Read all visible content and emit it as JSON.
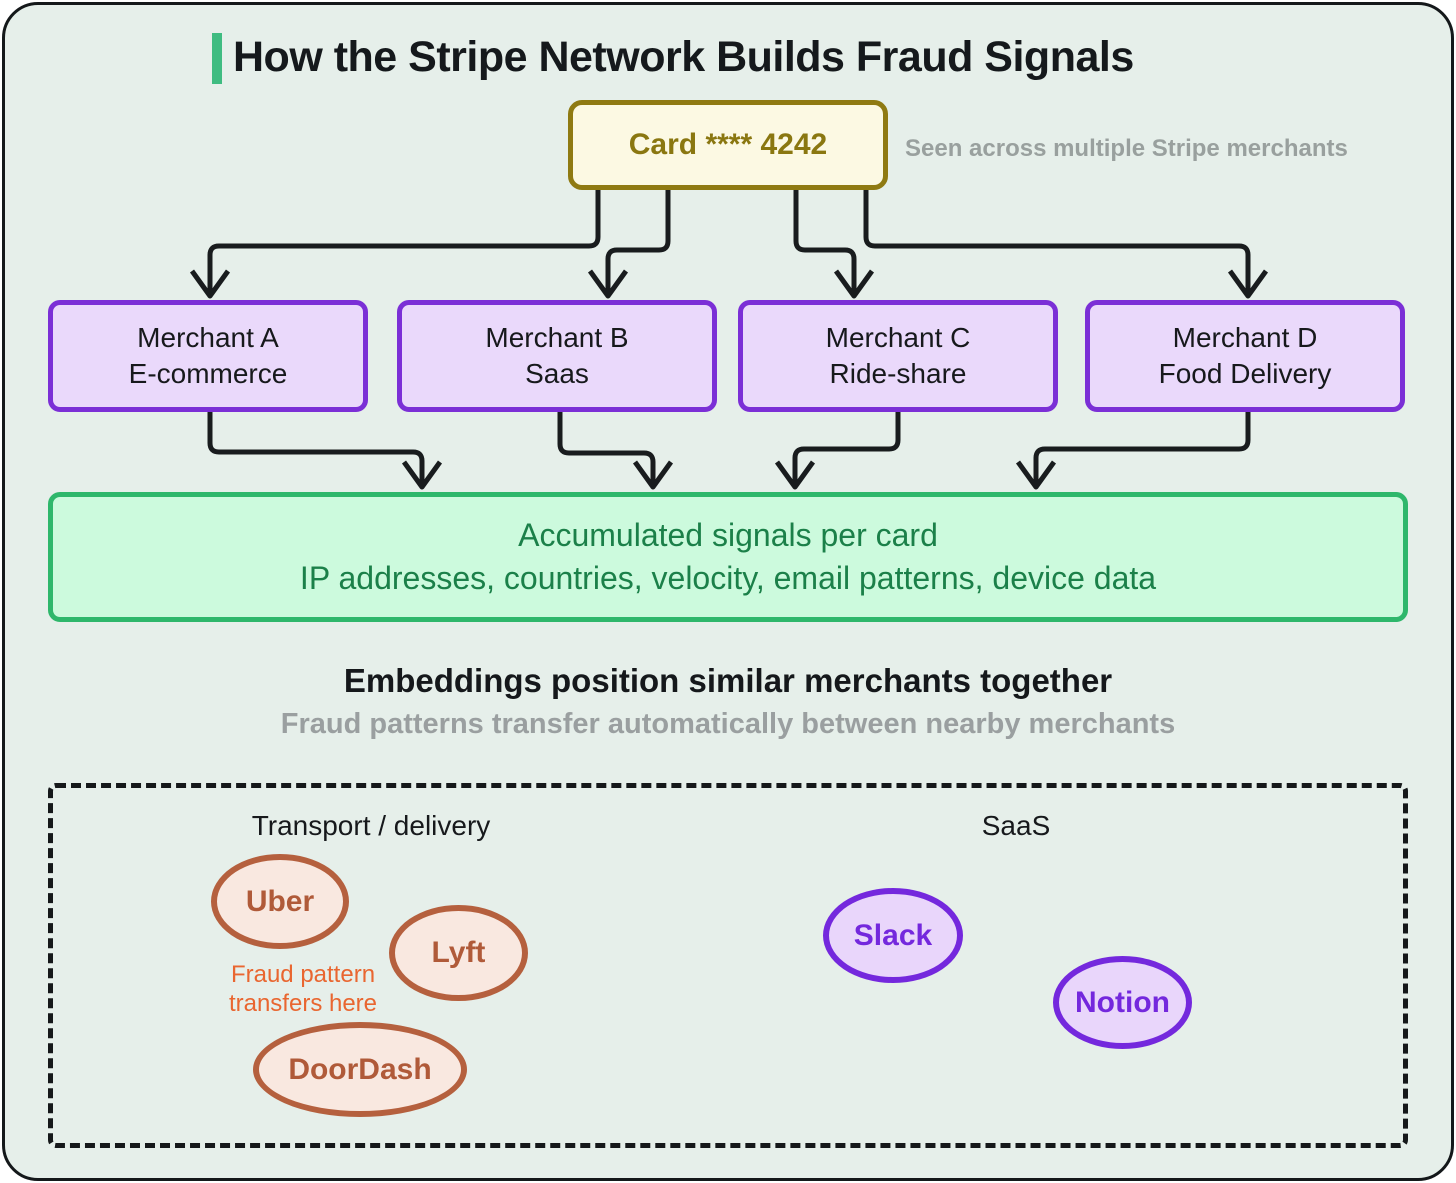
{
  "title": "How the Stripe Network Builds Fraud Signals",
  "card": {
    "label": "Card **** 4242",
    "note": "Seen across multiple Stripe merchants"
  },
  "merchants": [
    {
      "name": "Merchant A",
      "type": "E-commerce"
    },
    {
      "name": "Merchant B",
      "type": "Saas"
    },
    {
      "name": "Merchant C",
      "type": "Ride-share"
    },
    {
      "name": "Merchant D",
      "type": "Food Delivery"
    }
  ],
  "signals": {
    "title": "Accumulated signals per card",
    "detail": "IP addresses, countries, velocity, email patterns, device data"
  },
  "embeddings": {
    "heading": "Embeddings position similar merchants together",
    "subheading": "Fraud patterns transfer automatically between nearby merchants"
  },
  "clusters": {
    "transport": {
      "label": "Transport / delivery",
      "items": [
        {
          "name": "Uber"
        },
        {
          "name": "Lyft"
        },
        {
          "name": "DoorDash"
        }
      ],
      "annotation": "Fraud pattern transfers here"
    },
    "saas": {
      "label": "SaaS",
      "items": [
        {
          "name": "Slack"
        },
        {
          "name": "Notion"
        }
      ]
    }
  },
  "colors": {
    "background": "#e6efea",
    "accent_bar": "#3fbc81",
    "card_border": "#8f7a12",
    "card_fill": "#fcf9e3",
    "merchant_border": "#7b2fd6",
    "merchant_fill": "#ead9fb",
    "signals_border": "#2eb76b",
    "signals_fill": "#ccfadd",
    "signals_text": "#1b8049",
    "muted_text": "#99a09e",
    "transport_accent": "#b5603e",
    "transport_fill": "#f9e8e0",
    "saas_accent": "#7428dd",
    "saas_fill": "#e9d6fb",
    "annotation_text": "#e96630",
    "arrow": "#191c1e"
  }
}
